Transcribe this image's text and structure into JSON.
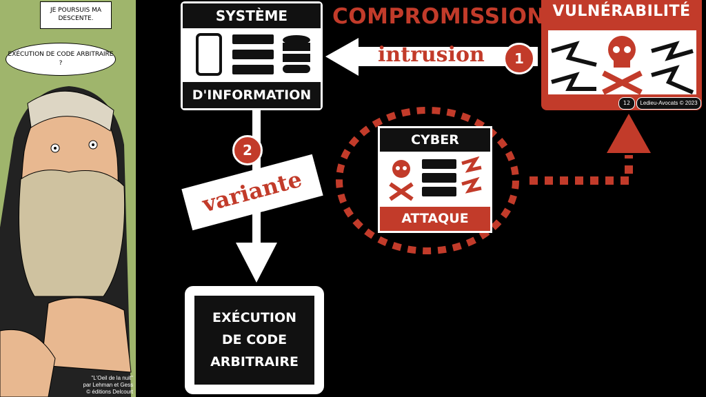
{
  "comic": {
    "caption": "JE POURSUIS MA DESCENTE.",
    "bubble": "EXÉCUTION DE CODE ARBITRAIRE ?",
    "credit": [
      "\"L'Oeil de la nuit\"",
      "par Lehman et Gess",
      "© éditions Delcourt"
    ]
  },
  "systeme": {
    "top": "SYSTÈME",
    "bottom": "D'INFORMATION"
  },
  "compromission": "COMPROMISSION",
  "intrusion": {
    "label": "intrusion",
    "step": "1"
  },
  "vulnerabilite": {
    "title": "VULNÉRABILITÉ",
    "page": "12",
    "copyright": "Ledieu-Avocats © 2023"
  },
  "variante": {
    "label": "variante",
    "step": "2"
  },
  "execution": {
    "lines": [
      "EXÉCUTION",
      "DE CODE",
      "ARBITRAIRE"
    ]
  },
  "cyber": {
    "top": "CYBER",
    "bottom": "ATTAQUE"
  },
  "colors": {
    "red": "#c23b2a",
    "green": "#9fb56c"
  }
}
